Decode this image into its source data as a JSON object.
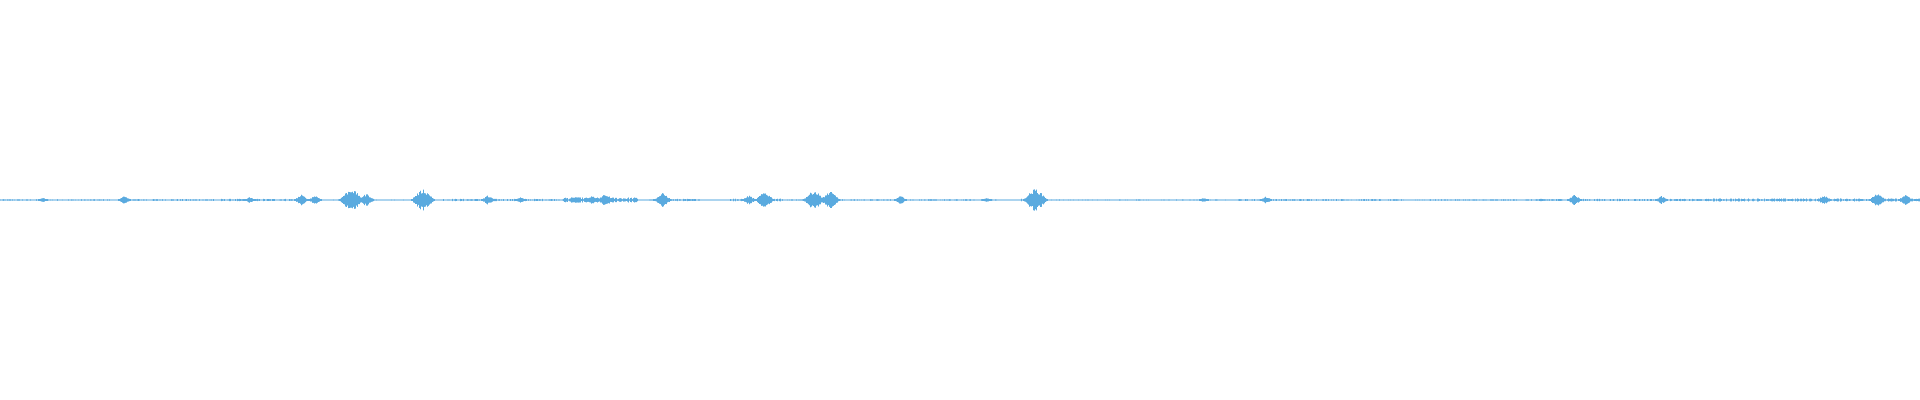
{
  "waveform": {
    "color": "#5aaadf",
    "background": "#ffffff",
    "orientation": "horizontal",
    "peaks": [
      {
        "at": 0.0225,
        "amp": 0.2
      },
      {
        "at": 0.0645,
        "amp": 0.35
      },
      {
        "at": 0.13,
        "amp": 0.25
      },
      {
        "at": 0.157,
        "amp": 0.45
      },
      {
        "at": 0.164,
        "amp": 0.4
      },
      {
        "at": 0.183,
        "amp": 1.0
      },
      {
        "at": 0.1905,
        "amp": 0.55
      },
      {
        "at": 0.22,
        "amp": 0.95
      },
      {
        "at": 0.254,
        "amp": 0.4
      },
      {
        "at": 0.271,
        "amp": 0.25
      },
      {
        "at": 0.3,
        "amp": 0.3
      },
      {
        "at": 0.308,
        "amp": 0.4
      },
      {
        "at": 0.315,
        "amp": 0.55
      },
      {
        "at": 0.345,
        "amp": 0.6
      },
      {
        "at": 0.39,
        "amp": 0.4
      },
      {
        "at": 0.398,
        "amp": 0.7
      },
      {
        "at": 0.424,
        "amp": 0.85
      },
      {
        "at": 0.432,
        "amp": 0.75
      },
      {
        "at": 0.469,
        "amp": 0.35
      },
      {
        "at": 0.514,
        "amp": 0.2
      },
      {
        "at": 0.539,
        "amp": 1.0
      },
      {
        "at": 0.627,
        "amp": 0.2
      },
      {
        "at": 0.659,
        "amp": 0.3
      },
      {
        "at": 0.82,
        "amp": 0.45
      },
      {
        "at": 0.865,
        "amp": 0.35
      },
      {
        "at": 0.95,
        "amp": 0.4
      },
      {
        "at": 0.978,
        "amp": 0.6
      },
      {
        "at": 0.992,
        "amp": 0.45
      }
    ],
    "dense_ranges": [
      {
        "from": 0.0,
        "to": 0.058,
        "amp": 0.06
      },
      {
        "from": 0.061,
        "to": 0.112,
        "amp": 0.07
      },
      {
        "from": 0.114,
        "to": 0.17,
        "amp": 0.08
      },
      {
        "from": 0.172,
        "to": 0.212,
        "amp": 0.05
      },
      {
        "from": 0.23,
        "to": 0.33,
        "amp": 0.08
      },
      {
        "from": 0.294,
        "to": 0.335,
        "amp": 0.18
      },
      {
        "from": 0.338,
        "to": 0.365,
        "amp": 0.08
      },
      {
        "from": 0.38,
        "to": 0.408,
        "amp": 0.1
      },
      {
        "from": 0.41,
        "to": 0.52,
        "amp": 0.06
      },
      {
        "from": 0.532,
        "to": 0.54,
        "amp": 0.12
      },
      {
        "from": 0.545,
        "to": 0.6,
        "amp": 0.05
      },
      {
        "from": 0.603,
        "to": 0.64,
        "amp": 0.05
      },
      {
        "from": 0.645,
        "to": 0.72,
        "amp": 0.07
      },
      {
        "from": 0.722,
        "to": 0.8,
        "amp": 0.06
      },
      {
        "from": 0.8,
        "to": 0.89,
        "amp": 0.08
      },
      {
        "from": 0.89,
        "to": 1.0,
        "amp": 0.11
      }
    ],
    "gaps": [
      0.059,
      0.113,
      0.171,
      0.214,
      0.226,
      0.334,
      0.372,
      0.376,
      0.528,
      0.6005,
      0.642,
      0.721,
      0.735
    ]
  }
}
